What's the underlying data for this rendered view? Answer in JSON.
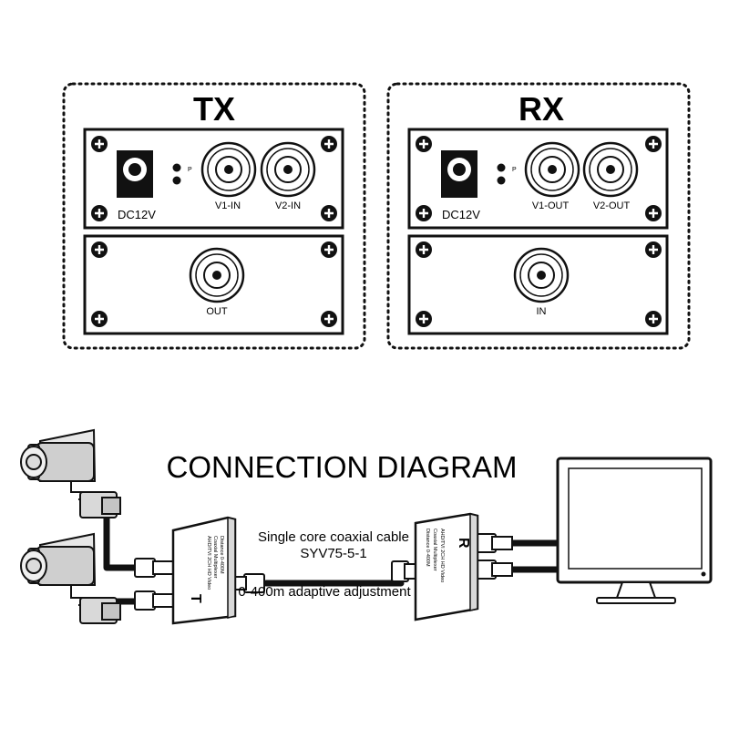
{
  "tx": {
    "title": "TX",
    "dc_label": "DC12V",
    "led_label": "P",
    "port_a": "V1-IN",
    "port_b": "V2-IN",
    "out_label": "OUT"
  },
  "rx": {
    "title": "RX",
    "dc_label": "DC12V",
    "led_label": "P",
    "port_a": "V1-OUT",
    "port_b": "V2-OUT",
    "in_label": "IN"
  },
  "diagram": {
    "title": "CONNECTION DIAGRAM",
    "cable_line1": "Single core coaxial cable",
    "cable_line2": "SYV75-5-1",
    "adjust_text": "0-400m adaptive adjustment",
    "t_letter": "T",
    "r_letter": "R",
    "box_text": [
      "AHD/TVI 2CH HD Video",
      "Coaxial Multiplexer",
      "Distance 0-400M"
    ]
  },
  "colors": {
    "line": "#111111",
    "fill": "#ffffff",
    "shade": "#bdbdbd"
  }
}
